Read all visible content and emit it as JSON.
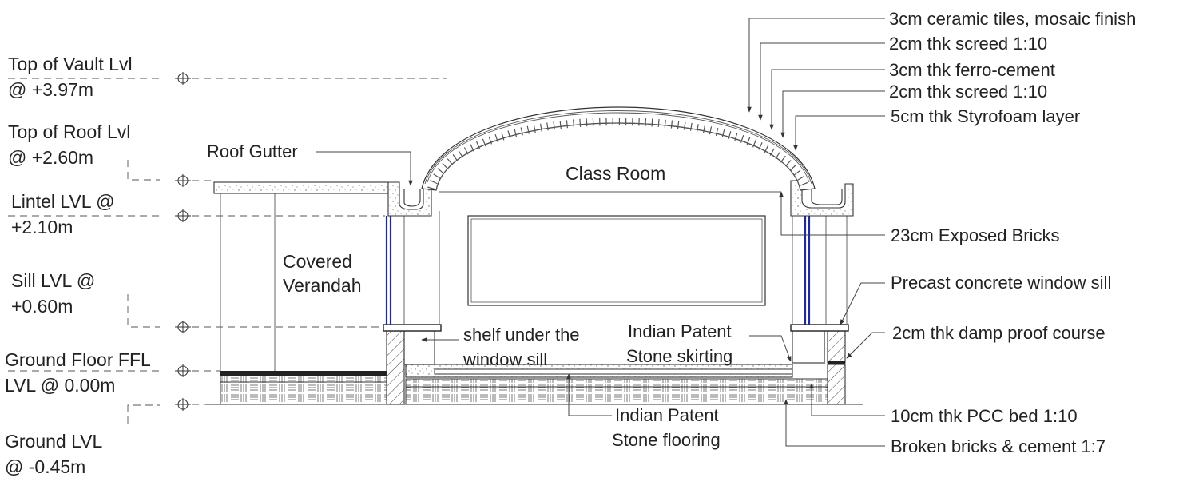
{
  "levels": [
    {
      "line1": "Top of Vault Lvl",
      "line2": "@ +3.97m"
    },
    {
      "line1": "Top of Roof Lvl",
      "line2": "@ +2.60m"
    },
    {
      "line1": "Lintel LVL @",
      "line2": "+2.10m"
    },
    {
      "line1": "Sill LVL @",
      "line2": "+0.60m"
    },
    {
      "line1": "Ground Floor FFL",
      "line2": "LVL @ 0.00m"
    },
    {
      "line1": "Ground LVL",
      "line2": "@ -0.45m"
    }
  ],
  "rooms": {
    "class_room": "Class Room",
    "verandah_line1": "Covered",
    "verandah_line2": "Verandah"
  },
  "notes": {
    "roof_gutter": "Roof Gutter",
    "ceramic_tiles": "3cm ceramic tiles, mosaic finish",
    "screed_top": "2cm thk screed 1:10",
    "ferro_cement": "3cm thk ferro-cement",
    "screed_bottom": "2cm thk screed 1:10",
    "styrofoam": "5cm thk Styrofoam layer",
    "exposed_bricks": "23cm Exposed Bricks",
    "window_sill": "Precast concrete window sill",
    "dpc": "2cm thk damp proof course",
    "pcc_bed": "10cm thk PCC bed 1:10",
    "broken_bricks": "Broken bricks & cement 1:7",
    "shelf_line1": "shelf under the",
    "shelf_line2": "window sill",
    "skirting_line1": "Indian Patent",
    "skirting_line2": "Stone skirting",
    "flooring_line1": "Indian Patent",
    "flooring_line2": "Stone flooring"
  }
}
